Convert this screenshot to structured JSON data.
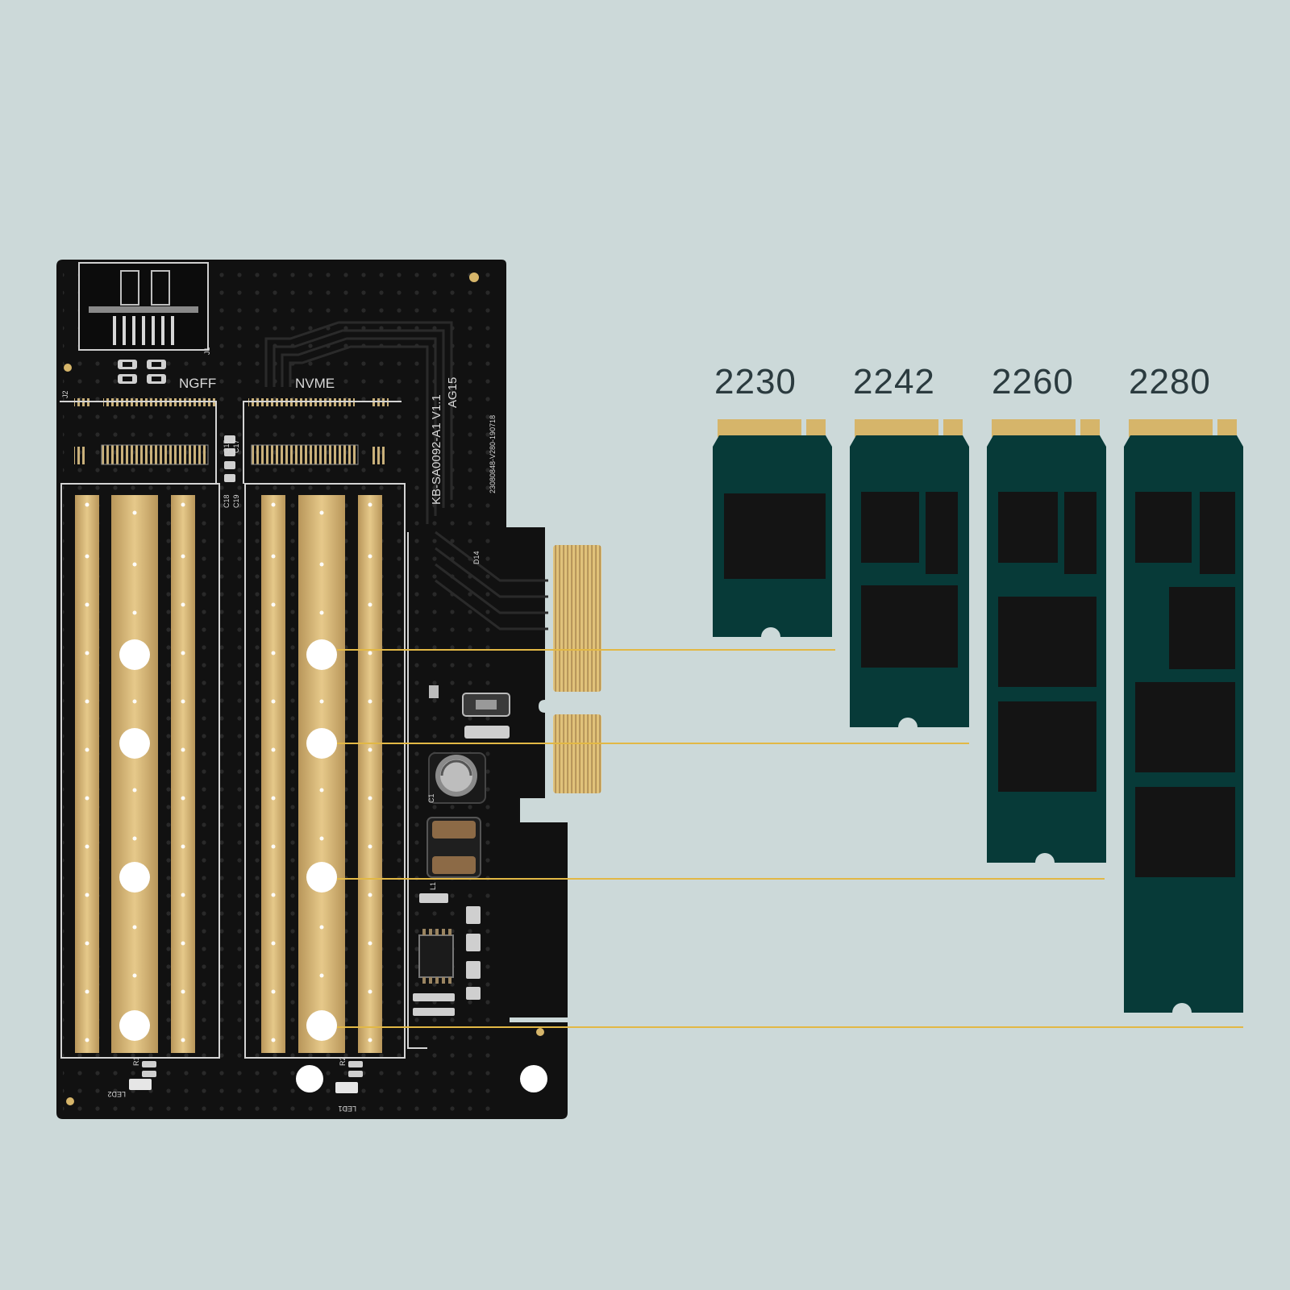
{
  "board": {
    "slot_left_label": "NGFF",
    "slot_right_label": "NVME",
    "model_text": "KB-SA0092-A1 V1.1",
    "model_sub": "AG15",
    "serial_text": "23080848-V280-190718",
    "ref_labels": [
      "J1",
      "J2",
      "C15",
      "C17",
      "C18",
      "C19",
      "D14",
      "C1",
      "L1",
      "LED1",
      "LED2",
      "R1",
      "R2"
    ]
  },
  "ssd_sizes": [
    {
      "label": "2230",
      "chips": 1
    },
    {
      "label": "2242",
      "chips": 3
    },
    {
      "label": "2260",
      "chips": 4
    },
    {
      "label": "2280",
      "chips": 5
    }
  ],
  "colors": {
    "background": "#ccd9d9",
    "pcb": "#111111",
    "gold": "#d6b56a",
    "ssd_green": "#073a38",
    "chip": "#141414",
    "leader_line": "#e2b845"
  }
}
